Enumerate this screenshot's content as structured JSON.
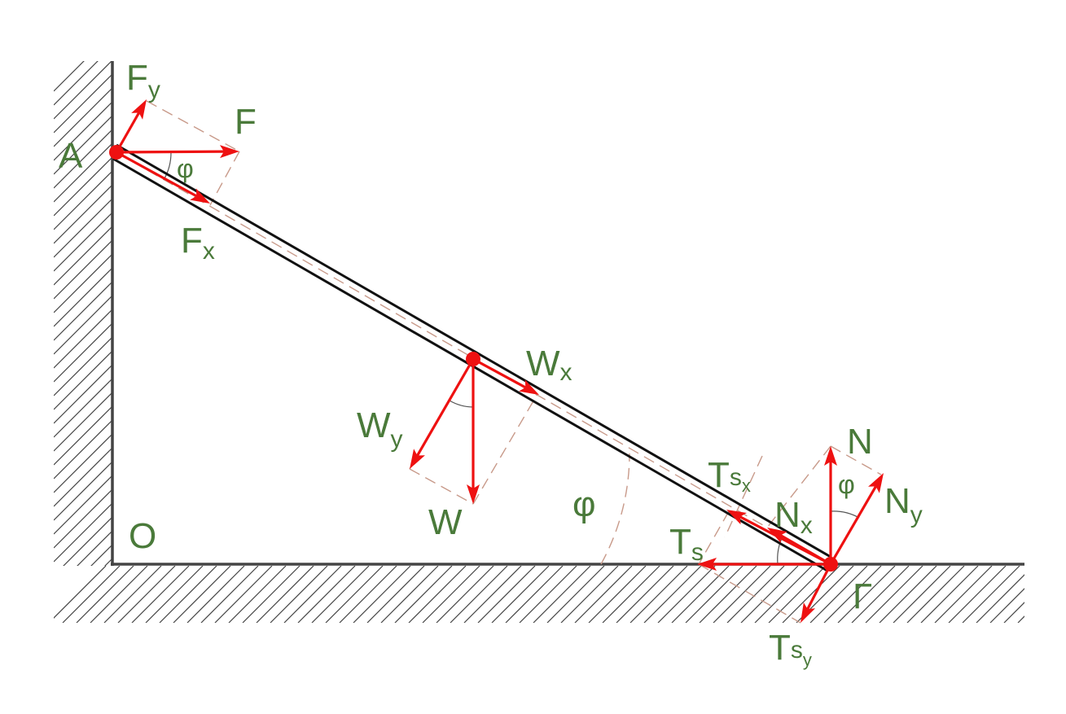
{
  "labels": {
    "A": "A",
    "O": "O",
    "Gamma": "Γ",
    "F": "F",
    "Fy_main": "F",
    "Fy_sub": "y",
    "Fx_main": "F",
    "Fx_sub": "x",
    "phi_A": "φ",
    "phi_ground": "φ",
    "phi_N": "φ",
    "W": "W",
    "Wx_main": "W",
    "Wx_sub": "x",
    "Wy_main": "W",
    "Wy_sub": "y",
    "N": "N",
    "Ny_main": "N",
    "Ny_sub": "y",
    "Nx_main": "N",
    "Nx_sub": "x",
    "Ts_main": "T",
    "Ts_sub": "s",
    "Tsx_main": "T",
    "Tsx_sub": "s",
    "Tsx_subsub": "x",
    "Tsy_main": "T",
    "Tsy_sub": "s",
    "Tsy_subsub": "y"
  },
  "colors": {
    "label": "#4a7a3a",
    "force": "#ee1111",
    "beam": "#111111",
    "construction": "#c89a8a"
  }
}
